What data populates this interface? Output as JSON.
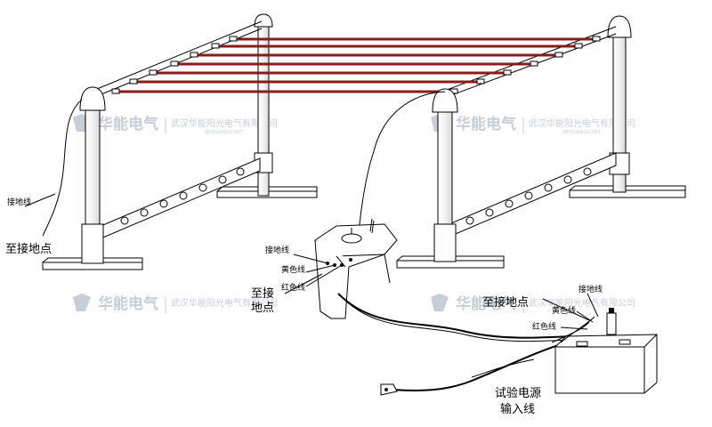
{
  "labels": {
    "ground_wire_left": "接地线",
    "to_ground_left": "至接地点",
    "ground_wire_mid": "接地线",
    "yellow_wire_mid": "黄色线",
    "red_wire_mid": "红色线",
    "to_ground_mid_line1": "至接",
    "to_ground_mid_line2": "地点",
    "to_ground_right": "至接地点",
    "ground_wire_right": "接地线",
    "yellow_wire_right": "黄色线",
    "red_wire_right": "红色线",
    "power_input_line1": "试验电源",
    "power_input_line2": "输入线"
  },
  "watermark": {
    "brand": "华能电气",
    "company": "武汉华能阳光电气有限公司",
    "url": "WHDUANGLI.NET"
  },
  "colors": {
    "conductor": "#8b1a1a",
    "line": "#000000",
    "watermark": "#c6ced8"
  }
}
